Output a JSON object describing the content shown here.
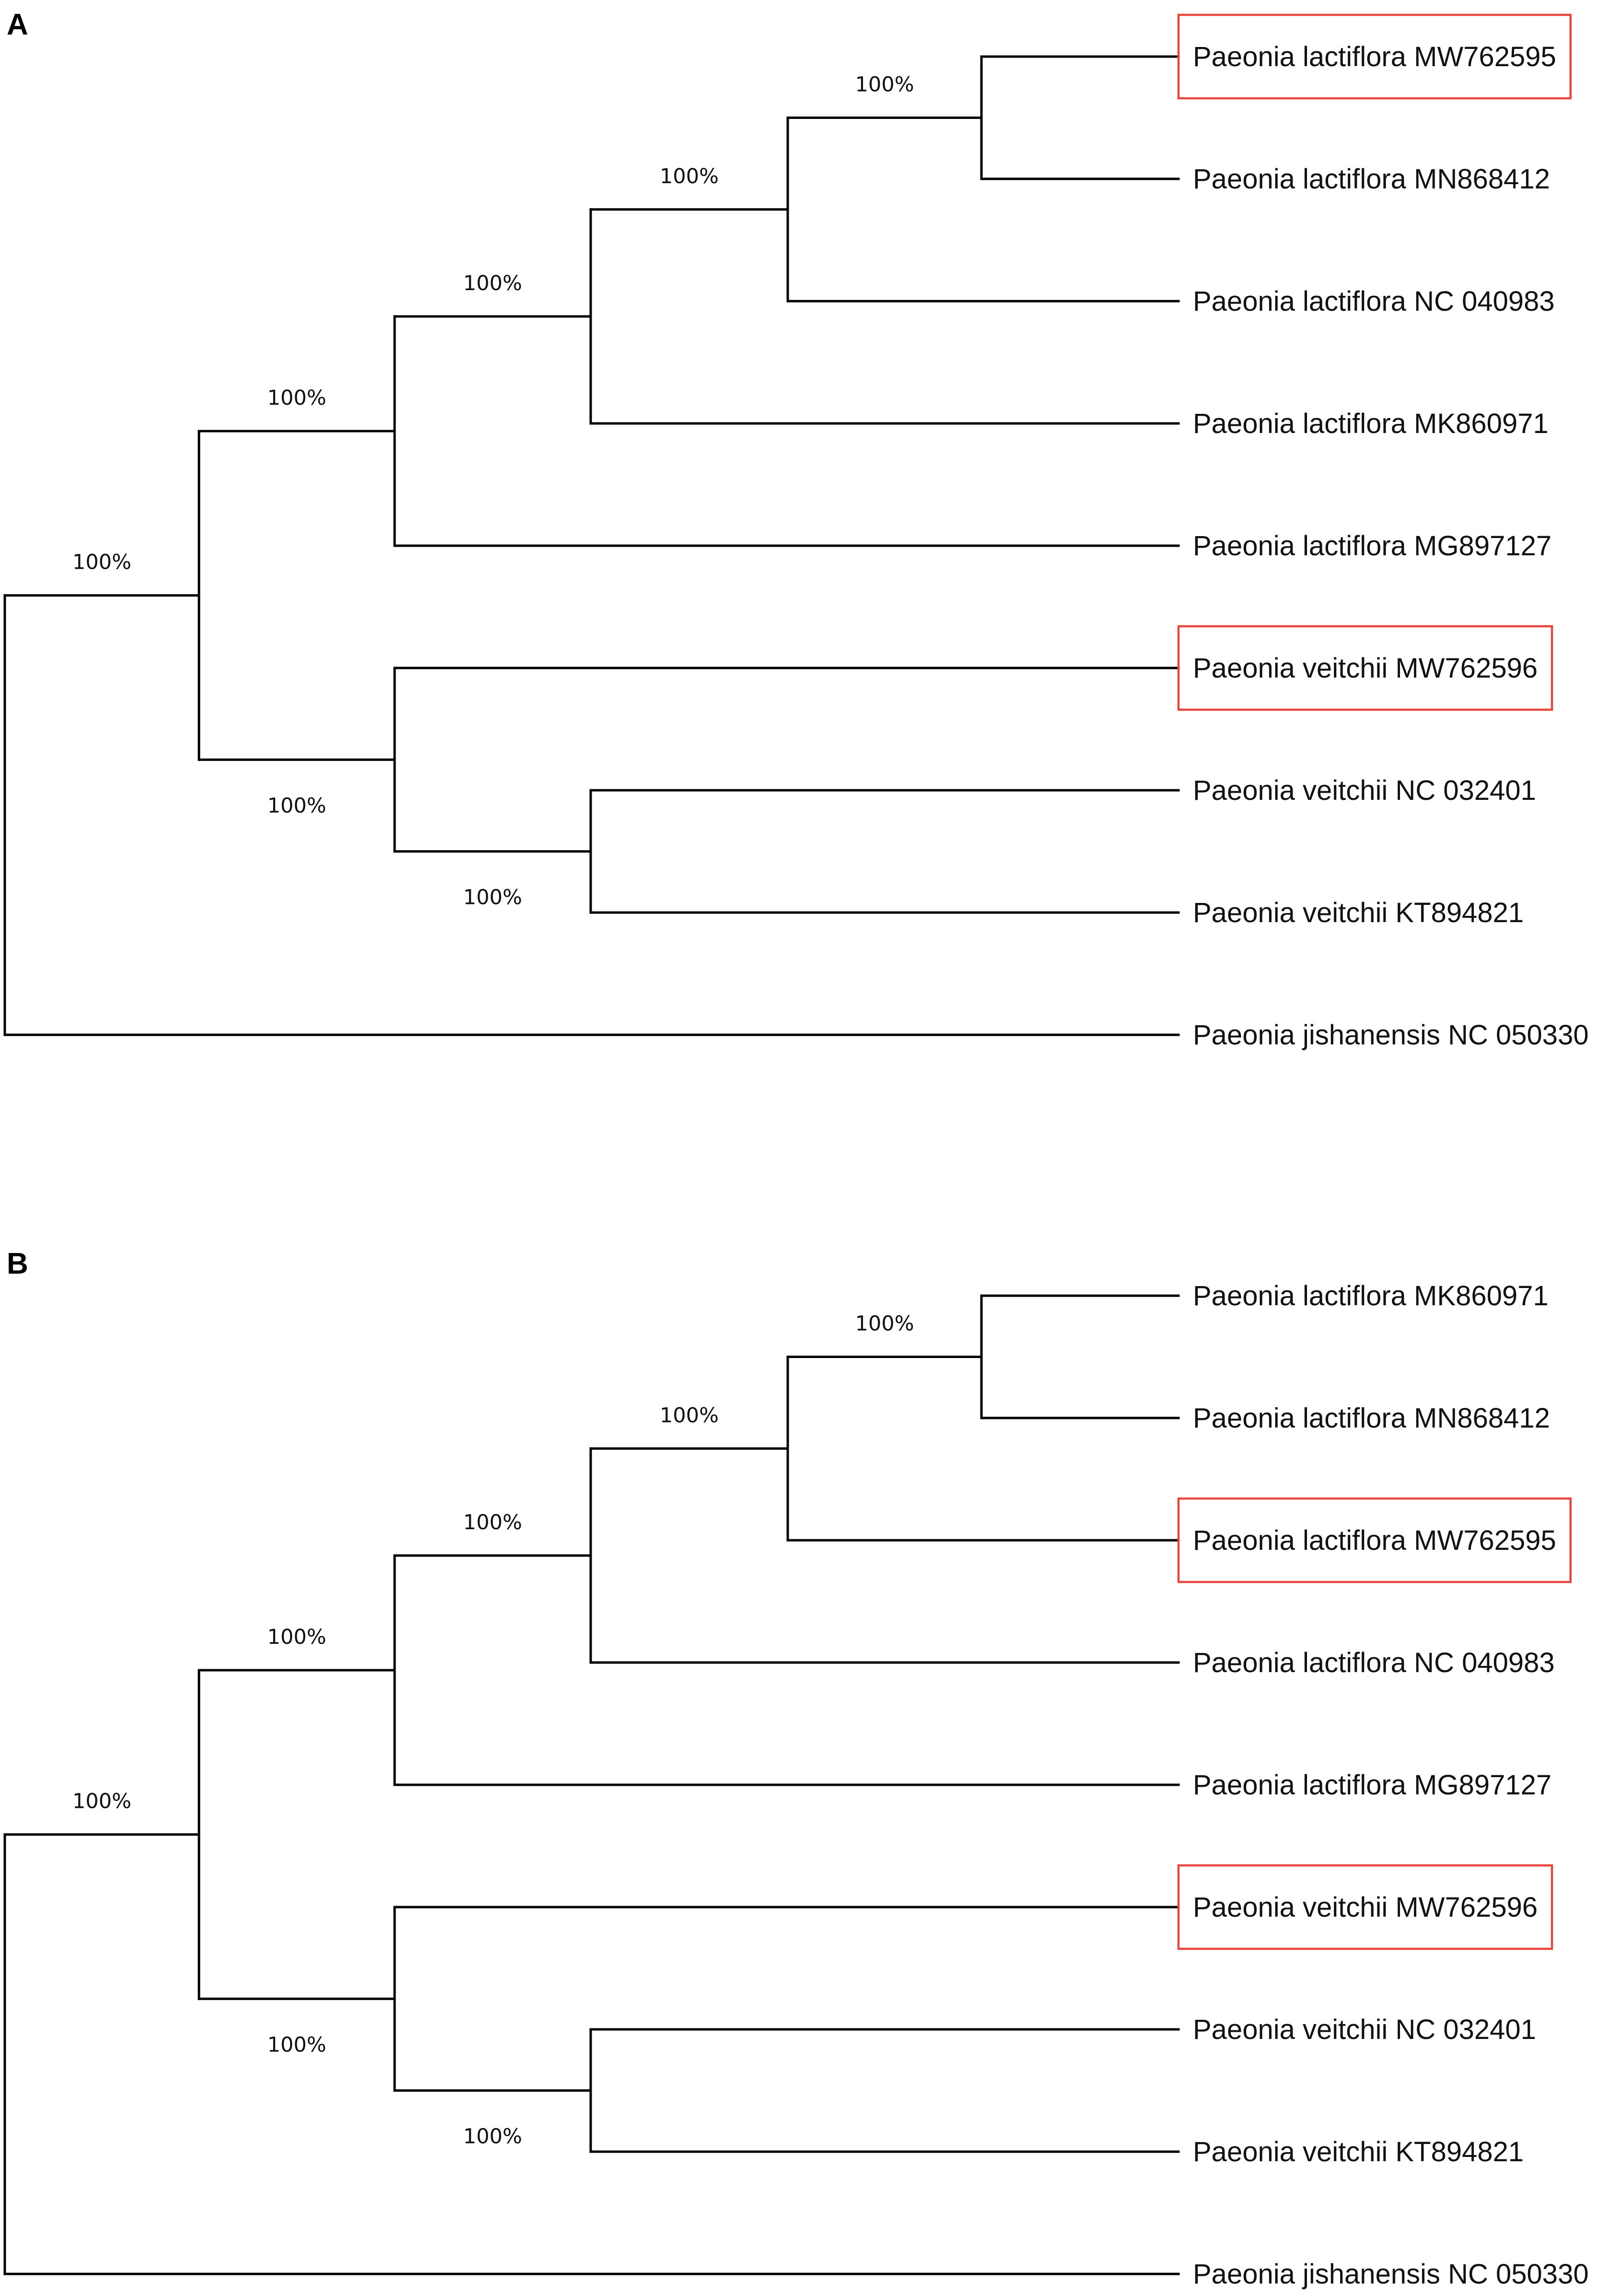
{
  "colors": {
    "highlight": "#e8463c",
    "branch": "#000000"
  },
  "panels": [
    {
      "label": "A",
      "leaves": [
        {
          "name": "Paeonia lactiflora MW762595",
          "highlighted": true
        },
        {
          "name": "Paeonia lactiflora MN868412",
          "highlighted": false
        },
        {
          "name": "Paeonia lactiflora NC 040983",
          "highlighted": false
        },
        {
          "name": "Paeonia lactiflora MK860971",
          "highlighted": false
        },
        {
          "name": "Paeonia lactiflora MG897127",
          "highlighted": false
        },
        {
          "name": "Paeonia veitchii MW762596",
          "highlighted": true
        },
        {
          "name": "Paeonia veitchii NC 032401",
          "highlighted": false
        },
        {
          "name": "Paeonia veitchii KT894821",
          "highlighted": false
        },
        {
          "name": "Paeonia jishanensis NC 050330",
          "highlighted": false
        }
      ],
      "tree": {
        "children": [
          {
            "support": "100%",
            "children": [
              {
                "support": "100%",
                "children": [
                  {
                    "support": "100%",
                    "children": [
                      {
                        "support": "100%",
                        "children": [
                          {
                            "support": "100%",
                            "children": [
                              {
                                "leaf": 0
                              },
                              {
                                "leaf": 1
                              }
                            ]
                          },
                          {
                            "leaf": 2
                          }
                        ]
                      },
                      {
                        "leaf": 3
                      }
                    ]
                  },
                  {
                    "leaf": 4
                  }
                ]
              },
              {
                "support": "100%",
                "support_side": "below",
                "children": [
                  {
                    "leaf": 5
                  },
                  {
                    "support": "100%",
                    "support_side": "below",
                    "children": [
                      {
                        "leaf": 6
                      },
                      {
                        "leaf": 7
                      }
                    ]
                  }
                ]
              }
            ]
          },
          {
            "leaf": 8
          }
        ]
      }
    },
    {
      "label": "B",
      "leaves": [
        {
          "name": "Paeonia lactiflora MK860971",
          "highlighted": false
        },
        {
          "name": "Paeonia lactiflora MN868412",
          "highlighted": false
        },
        {
          "name": "Paeonia lactiflora MW762595",
          "highlighted": true
        },
        {
          "name": "Paeonia lactiflora NC 040983",
          "highlighted": false
        },
        {
          "name": "Paeonia lactiflora MG897127",
          "highlighted": false
        },
        {
          "name": "Paeonia veitchii MW762596",
          "highlighted": true
        },
        {
          "name": "Paeonia veitchii NC 032401",
          "highlighted": false
        },
        {
          "name": "Paeonia veitchii KT894821",
          "highlighted": false
        },
        {
          "name": "Paeonia jishanensis NC 050330",
          "highlighted": false
        }
      ],
      "tree": {
        "children": [
          {
            "support": "100%",
            "children": [
              {
                "support": "100%",
                "children": [
                  {
                    "support": "100%",
                    "children": [
                      {
                        "support": "100%",
                        "children": [
                          {
                            "support": "100%",
                            "children": [
                              {
                                "leaf": 0
                              },
                              {
                                "leaf": 1
                              }
                            ]
                          },
                          {
                            "leaf": 2
                          }
                        ]
                      },
                      {
                        "leaf": 3
                      }
                    ]
                  },
                  {
                    "leaf": 4
                  }
                ]
              },
              {
                "support": "100%",
                "support_side": "below",
                "children": [
                  {
                    "leaf": 5
                  },
                  {
                    "support": "100%",
                    "support_side": "below",
                    "children": [
                      {
                        "leaf": 6
                      },
                      {
                        "leaf": 7
                      }
                    ]
                  }
                ]
              }
            ]
          },
          {
            "leaf": 8
          }
        ]
      }
    }
  ]
}
